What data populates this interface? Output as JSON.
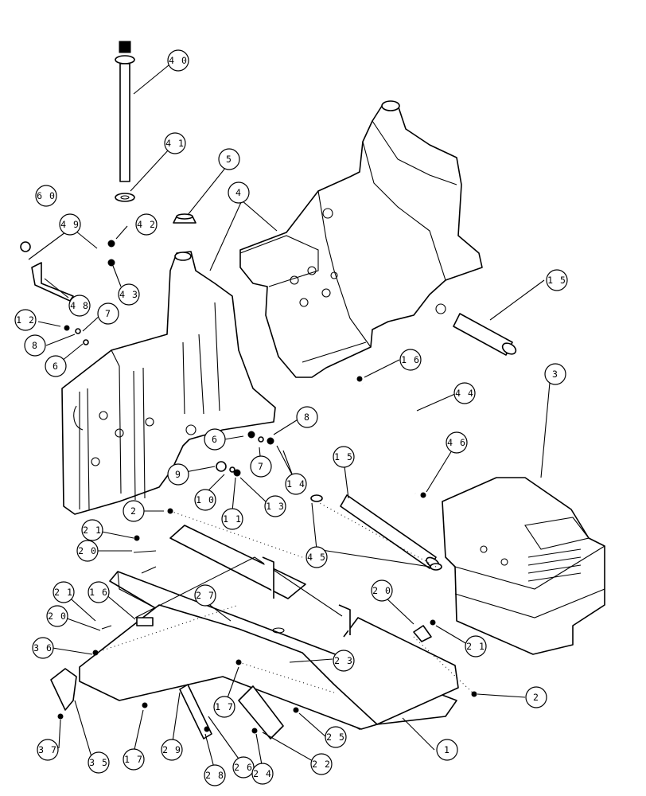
{
  "callouts": [
    {
      "id": "c40",
      "label": "4 0"
    },
    {
      "id": "c41",
      "label": "4 1"
    },
    {
      "id": "c5",
      "label": "5"
    },
    {
      "id": "c4a",
      "label": "4"
    },
    {
      "id": "c60",
      "label": "6 0"
    },
    {
      "id": "c49",
      "label": "4 9"
    },
    {
      "id": "c42",
      "label": "4 2"
    },
    {
      "id": "c43",
      "label": "4 3"
    },
    {
      "id": "c48",
      "label": "4 8"
    },
    {
      "id": "c12",
      "label": "1 2"
    },
    {
      "id": "c7a",
      "label": "7"
    },
    {
      "id": "c8a",
      "label": "8"
    },
    {
      "id": "c6a",
      "label": "6"
    },
    {
      "id": "c15a",
      "label": "1 5"
    },
    {
      "id": "c3",
      "label": "3"
    },
    {
      "id": "c16a",
      "label": "1 6"
    },
    {
      "id": "c44",
      "label": "4 4"
    },
    {
      "id": "c8b",
      "label": "8"
    },
    {
      "id": "c6b",
      "label": "6"
    },
    {
      "id": "c7b",
      "label": "7"
    },
    {
      "id": "c14",
      "label": "1 4"
    },
    {
      "id": "c46",
      "label": "4 6"
    },
    {
      "id": "c15b",
      "label": "1 5"
    },
    {
      "id": "c9",
      "label": "9"
    },
    {
      "id": "c10",
      "label": "1 0"
    },
    {
      "id": "c13",
      "label": "1 3"
    },
    {
      "id": "c11",
      "label": "1 1"
    },
    {
      "id": "c2a",
      "label": "2"
    },
    {
      "id": "c21a",
      "label": "2 1"
    },
    {
      "id": "c20a",
      "label": "2 0"
    },
    {
      "id": "c45",
      "label": "4 5"
    },
    {
      "id": "c21b",
      "label": "2 1"
    },
    {
      "id": "c16b",
      "label": "1 6"
    },
    {
      "id": "c27",
      "label": "2 7"
    },
    {
      "id": "c20b",
      "label": "2 0"
    },
    {
      "id": "c21c",
      "label": "2 1"
    },
    {
      "id": "c20c",
      "label": "2 0"
    },
    {
      "id": "c36",
      "label": "3 6"
    },
    {
      "id": "c23",
      "label": "2 3"
    },
    {
      "id": "c17a",
      "label": "1 7"
    },
    {
      "id": "c2b",
      "label": "2"
    },
    {
      "id": "c25",
      "label": "2 5"
    },
    {
      "id": "c1",
      "label": "1"
    },
    {
      "id": "c37",
      "label": "3 7"
    },
    {
      "id": "c35",
      "label": "3 5"
    },
    {
      "id": "c17b",
      "label": "1 7"
    },
    {
      "id": "c29",
      "label": "2 9"
    },
    {
      "id": "c28",
      "label": "2 8"
    },
    {
      "id": "c26",
      "label": "2 6"
    },
    {
      "id": "c24",
      "label": "2 4"
    },
    {
      "id": "c22",
      "label": "2 2"
    }
  ]
}
